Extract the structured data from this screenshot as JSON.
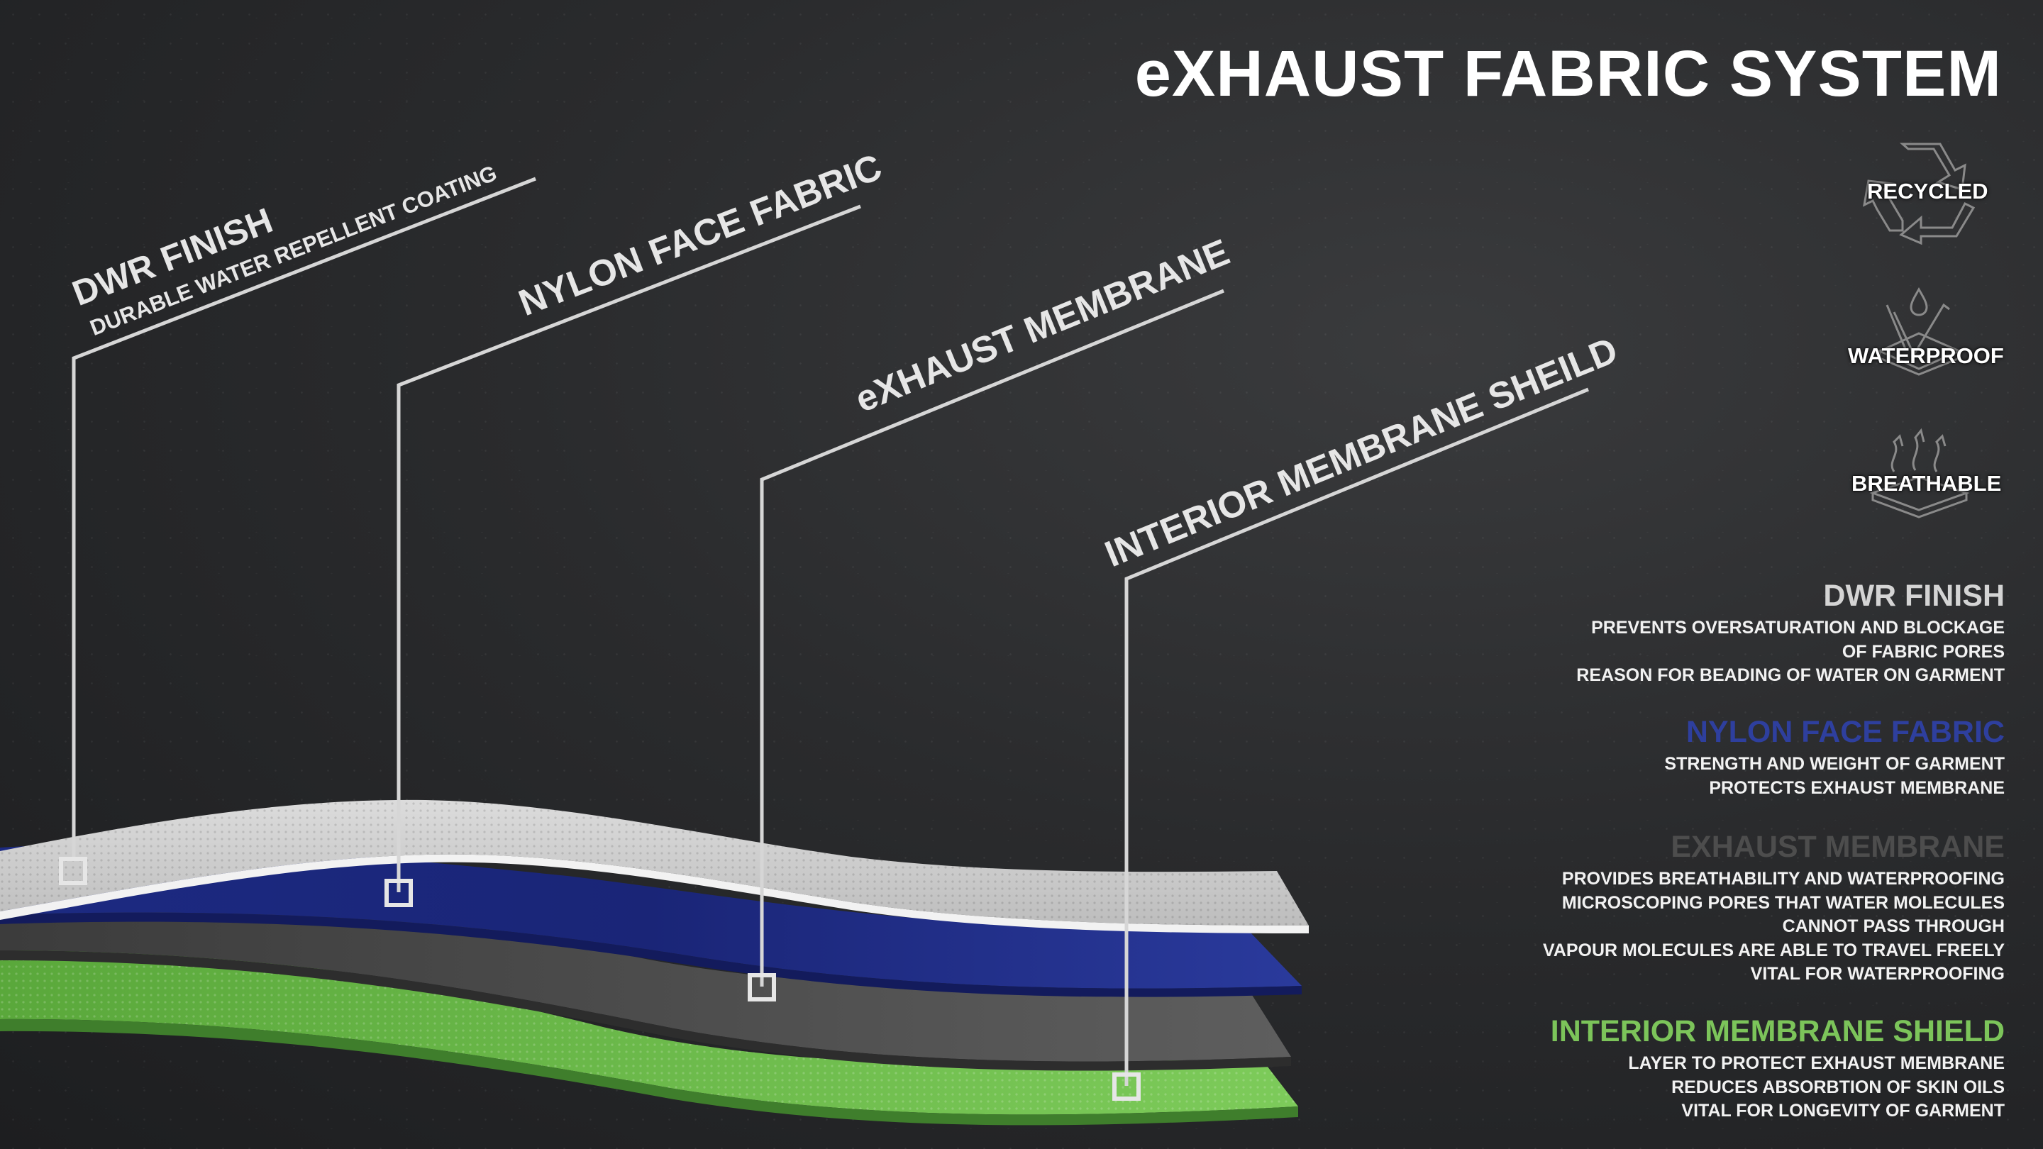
{
  "title": "eXHAUST FABRIC SYSTEM",
  "badges": [
    {
      "label": "RECYCLED",
      "icon": "recycle-icon"
    },
    {
      "label": "WATERPROOF",
      "icon": "waterproof-icon"
    },
    {
      "label": "BREATHABLE",
      "icon": "breathable-icon"
    }
  ],
  "callouts": {
    "dwr": {
      "title": "DWR FINISH",
      "subtitle": "DURABLE WATER REPELLENT COATING"
    },
    "nylon": {
      "title": "NYLON FACE FABRIC"
    },
    "exhaust": {
      "title": "eXHAUST MEMBRANE"
    },
    "interior": {
      "title": "INTERIOR MEMBRANE SHEILD"
    }
  },
  "layers": [
    {
      "name": "DWR FINISH",
      "color": "#d0d0d0"
    },
    {
      "name": "NYLON FACE FABRIC",
      "color": "#1f2f8c"
    },
    {
      "name": "EXHAUST MEMBRANE",
      "color": "#4a4a4a"
    },
    {
      "name": "INTERIOR MEMBRANE SHIELD",
      "color": "#6cc24a"
    }
  ],
  "descriptions": [
    {
      "title": "DWR FINISH",
      "color": "#d4d4d4",
      "lines": [
        "PREVENTS OVERSATURATION AND BLOCKAGE",
        "OF FABRIC PORES",
        "REASON FOR BEADING OF WATER ON GARMENT"
      ]
    },
    {
      "title": "NYLON FACE FABRIC",
      "color": "#2e3f9e",
      "lines": [
        "STRENGTH AND WEIGHT OF GARMENT",
        "PROTECTS EXHAUST MEMBRANE"
      ]
    },
    {
      "title": "EXHAUST MEMBRANE",
      "color": "#4d4d4d",
      "lines": [
        "PROVIDES BREATHABILITY AND WATERPROOFING",
        "MICROSCOPING PORES THAT WATER MOLECULES",
        "CANNOT PASS THROUGH",
        "VAPOUR MOLECULES ARE ABLE TO TRAVEL FREELY",
        "VITAL FOR WATERPROOFING"
      ]
    },
    {
      "title": "INTERIOR MEMBRANE SHIELD",
      "color": "#7cc45a",
      "lines": [
        "LAYER TO PROTECT EXHAUST MEMBRANE",
        "REDUCES ABSORBTION OF SKIN OILS",
        "VITAL FOR LONGEVITY OF GARMENT"
      ]
    }
  ]
}
